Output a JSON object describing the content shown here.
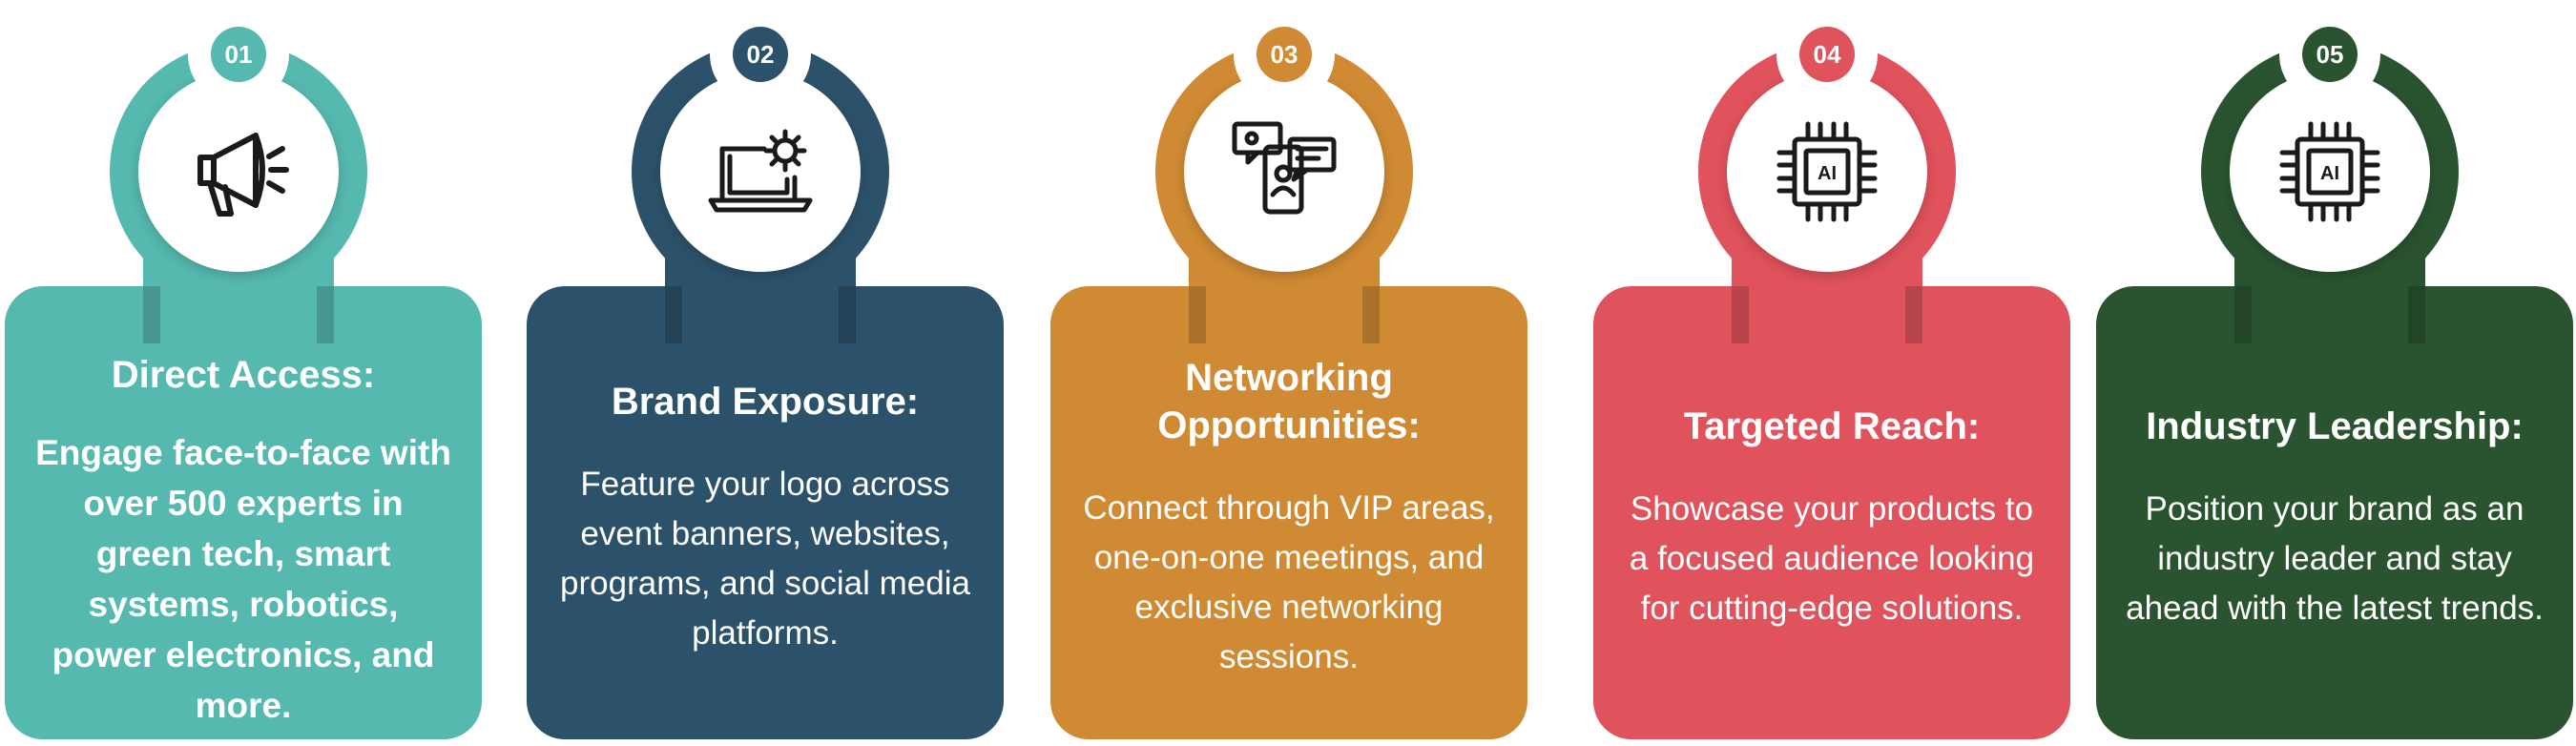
{
  "colors": {
    "teal": "#55b9b0",
    "navy": "#2c526b",
    "orange": "#cf8a33",
    "red": "#e0525c",
    "green": "#2a5330",
    "icon_stroke": "#1a1a1a"
  },
  "cards": [
    {
      "number": "01",
      "title": "Direct Access:",
      "description": "Engage face-to-face with over 500 experts in green tech, smart systems, robotics, power electronics, and more.",
      "icon": "megaphone-icon",
      "color": "#55b9b0"
    },
    {
      "number": "02",
      "title": "Brand Exposure:",
      "description": "Feature your logo across event banners, websites, programs, and social media platforms.",
      "icon": "laptop-gear-icon",
      "color": "#2c526b"
    },
    {
      "number": "03",
      "title": "Networking Opportunities:",
      "description": "Connect through VIP areas, one-on-one meetings, and exclusive networking sessions.",
      "icon": "networking-chat-icon",
      "color": "#cf8a33"
    },
    {
      "number": "04",
      "title": "Targeted Reach:",
      "description": "Showcase your products to a focused audience looking for cutting-edge solutions.",
      "icon": "ai-chip-icon",
      "color": "#e0525c"
    },
    {
      "number": "05",
      "title": "Industry Leadership:",
      "description": "Position your brand as an industry leader and stay ahead with the latest trends.",
      "icon": "ai-chip-icon",
      "color": "#2a5330"
    }
  ]
}
